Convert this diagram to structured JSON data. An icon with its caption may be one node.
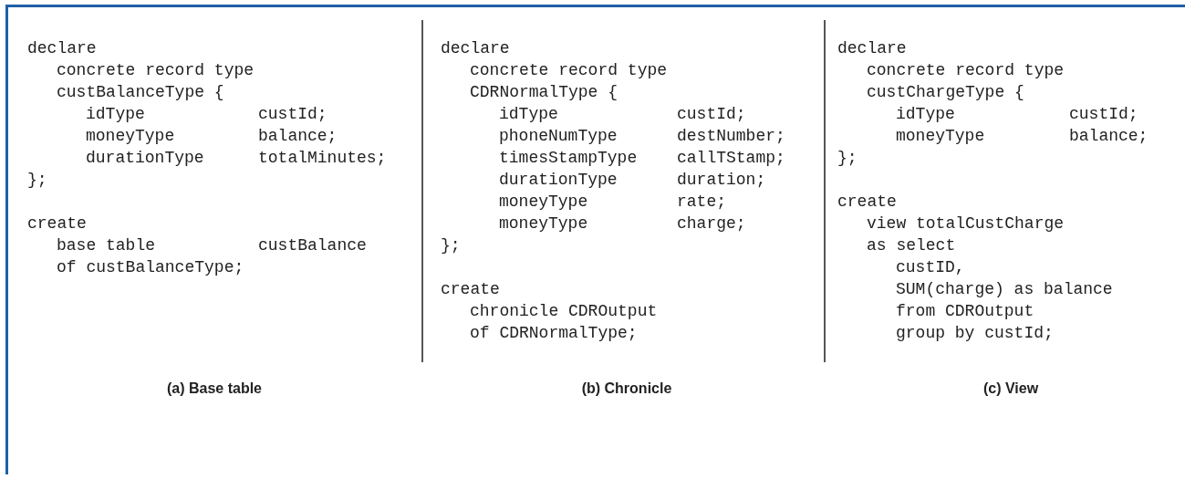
{
  "diagram": {
    "labels": [
      "declare",
      "concrete record type",
      "custBalanceType {",
      "idType",
      "custId;",
      "moneyType",
      "balance;",
      "durationType",
      "totalMinutes;",
      "};",
      "create",
      "base table",
      "custBalance",
      "of custBalanceType;",
      "(a) Base table",
      "declare",
      "concrete record type",
      "CDRNormalType {",
      "idType",
      "custId;",
      "phoneNumType",
      "destNumber;",
      "timesStampType",
      "callTStamp;",
      "durationType",
      "duration;",
      "moneyType",
      "rate;",
      "moneyType",
      "charge;",
      "};",
      "create",
      "chronicle CDROutput",
      "of CDRNormalType;",
      "(b) Chronicle",
      "declare",
      "concrete record type",
      "custChargeType {",
      "idType",
      "custId;",
      "moneyType",
      "balance;",
      "};",
      "create",
      "view totalCustCharge",
      "as select",
      "custID,",
      "SUM(charge) as balance",
      "from CDROutput",
      "group by custId;",
      "(c) View"
    ]
  }
}
